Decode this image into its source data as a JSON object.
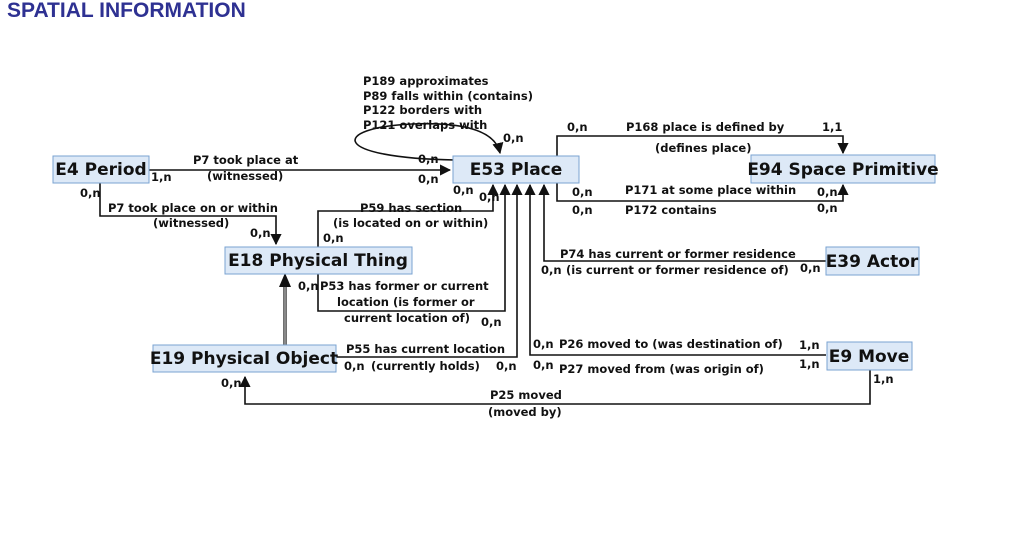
{
  "title": "SPATIAL INFORMATION",
  "nodes": {
    "e4": "E4 Period",
    "e53": "E53 Place",
    "e94": "E94 Space Primitive",
    "e18": "E18 Physical Thing",
    "e39": "E39 Actor",
    "e19": "E19 Physical Object",
    "e9": "E9 Move"
  },
  "edges": {
    "p189": "P189 approximates",
    "p89": "P89 falls within (contains)",
    "p122": "P122 borders with",
    "p121": "P121 overlaps with",
    "p7": "P7 took place at",
    "p7_inv": "(witnessed)",
    "p7b": "P7 took place on or within",
    "p7b_inv": "(witnessed)",
    "p168": "P168 place is defined by",
    "p168_inv": "(defines place)",
    "p171": "P171 at some place within",
    "p172": "P172 contains",
    "p59": "P59 has section",
    "p59_inv": "(is located on or within)",
    "p74": "P74 has current or former residence",
    "p74_inv": "(is current or former residence of)",
    "p53_1": "P53  has former or current",
    "p53_2": "location (is former or",
    "p53_3": "current location of)",
    "p55": "P55 has current location",
    "p55_inv": "(currently holds)",
    "p26": "P26 moved to (was destination of)",
    "p27": "P27 moved from (was origin of)",
    "p25": "P25 moved",
    "p25_inv": "(moved by)"
  },
  "cardinalities": {
    "zero_n": "0,n",
    "one_n": "1,n",
    "one_one": "1,1"
  }
}
